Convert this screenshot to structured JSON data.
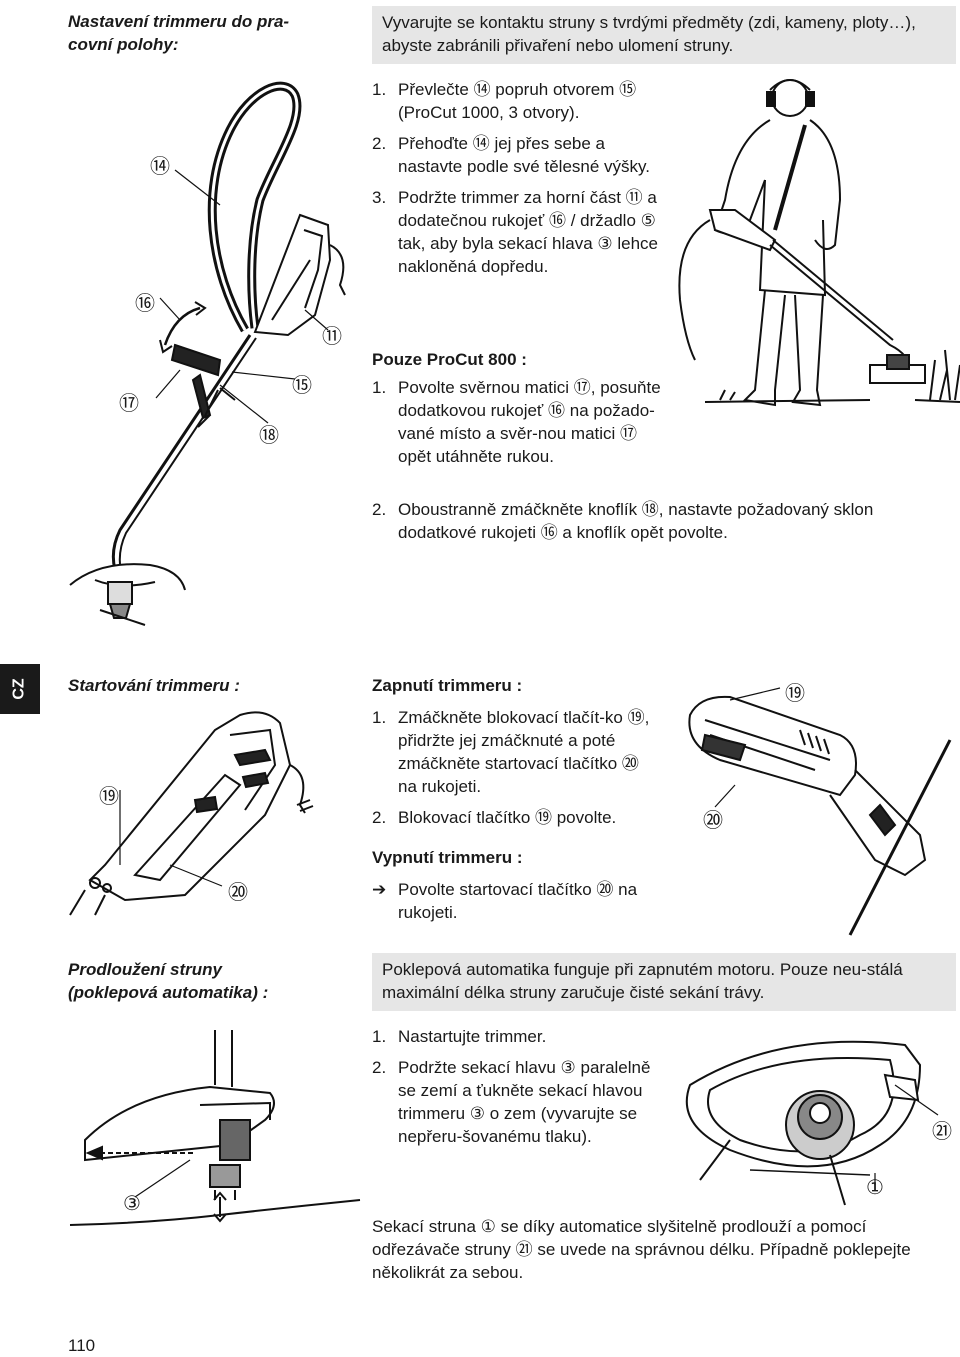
{
  "sections": {
    "setup": {
      "heading": "Nastavení trimmeru do pra-\ncovní polohy:",
      "note": "Vyvarujte se kontaktu struny s tvrdými předměty (zdi, kameny, ploty…), abyste zabránili přivaření nebo ulomení struny.",
      "steps": [
        {
          "n": "1.",
          "text": "Převlečte ⑭ popruh otvorem ⑮ (ProCut 1000, 3 otvory)."
        },
        {
          "n": "2.",
          "text": "Přehoďte ⑭ jej přes sebe a nastavte podle své tělesné výšky."
        },
        {
          "n": "3.",
          "text": "Podržte trimmer za horní část ⑪ a dodatečnou rukojeť ⑯ / držadlo ⑤ tak, aby byla sekací hlava ③ lehce nakloněná dopředu."
        }
      ],
      "procut_title": "Pouze ProCut 800 :",
      "procut_steps": [
        {
          "n": "1.",
          "text": "Povolte svěrnou matici ⑰, posuňte dodatkovou rukojeť ⑯ na požado-vané místo a svěr-nou matici ⑰ opět utáhněte rukou."
        },
        {
          "n": "2.",
          "text": "Oboustranně zmáčkněte knoflík ⑱, nastavte požadovaný sklon dodatkové rukojeti ⑯ a knoflík opět povolte."
        }
      ],
      "callouts": {
        "c14": "⑭",
        "c16": "⑯",
        "c17": "⑰",
        "c15": "⑮",
        "c18": "⑱",
        "c11": "⑪"
      }
    },
    "start": {
      "heading": "Startování trimmeru :",
      "on_title": "Zapnutí trimmeru :",
      "on_steps": [
        {
          "n": "1.",
          "text": "Zmáčkněte blokovací tlačít-ko ⑲, přidržte jej zmáčknuté a poté zmáčkněte startovací tlačítko ⑳ na rukojeti."
        },
        {
          "n": "2.",
          "text": "Blokovací tlačítko ⑲ povolte."
        }
      ],
      "off_title": "Vypnutí trimmeru :",
      "off_steps": [
        {
          "n": "➔",
          "text": "Povolte startovací tlačítko ⑳ na rukojeti."
        }
      ],
      "callouts": {
        "c19a": "⑲",
        "c20a": "⑳",
        "c19b": "⑲",
        "c20b": "⑳"
      }
    },
    "extend": {
      "heading": "Prodloužení struny\n(poklepová automatika) :",
      "note": "Poklepová automatika funguje při zapnutém motoru. Pouze neu-stálá maximální délka struny zaručuje čisté sekání trávy.",
      "steps": [
        {
          "n": "1.",
          "text": "Nastartujte trimmer."
        },
        {
          "n": "2.",
          "text": "Podržte sekací hlavu ③ paralelně se zemí a ťukněte sekací hlavou trimmeru ③ o zem (vyvarujte se nepřeru-šovanému tlaku)."
        }
      ],
      "closing": "Sekací struna ① se díky automatice slyšitelně prodlouží a pomocí odřezávače struny ㉑ se uvede na správnou délku. Případně poklepejte několikrát za sebou.",
      "callouts": {
        "c3": "③",
        "c21": "㉑",
        "c1": "①"
      }
    }
  },
  "lang_tab": "CZ",
  "page_number": "110",
  "colors": {
    "note_bg": "#e6e6e6",
    "tab_bg": "#1a1a1a",
    "ink": "#1a1a1a"
  }
}
